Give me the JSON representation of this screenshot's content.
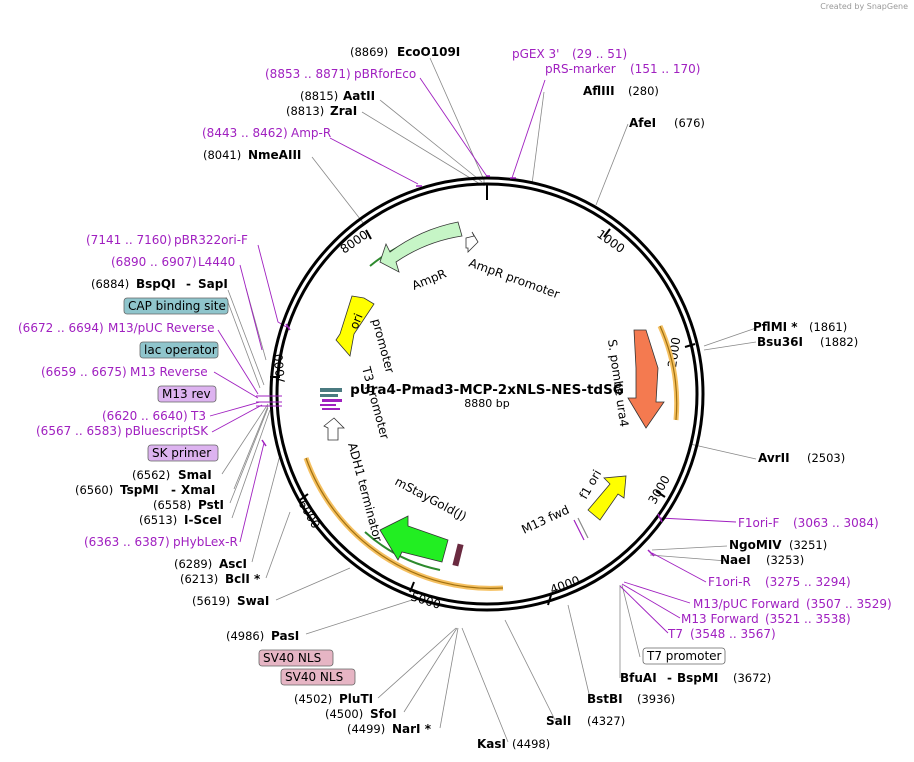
{
  "credit": "Created by SnapGene",
  "plasmid": {
    "name": "pUra4-Pmad3-MCP-2xNLS-NES-tdSG",
    "length": "8880 bp"
  },
  "ticks": [
    "1000",
    "2000",
    "3000",
    "4000",
    "5000",
    "6000",
    "7000",
    "8000"
  ],
  "enzymes": [
    {
      "name": "EcoO109I",
      "pos": "(8869)"
    },
    {
      "name": "AatII",
      "pos": "(8815)"
    },
    {
      "name": "ZraI",
      "pos": "(8813)"
    },
    {
      "name": "NmeAIII",
      "pos": "(8041)"
    },
    {
      "name": "BspQI",
      "sep": "-",
      "name2": "SapI",
      "pos": "(6884)"
    },
    {
      "name": "SmaI",
      "pos": "(6562)"
    },
    {
      "name": "TspMI",
      "sep": "-",
      "name2": "XmaI",
      "pos": "(6560)"
    },
    {
      "name": "PstI",
      "pos": "(6558)"
    },
    {
      "name": "I-SceI",
      "pos": "(6513)"
    },
    {
      "name": "AscI",
      "pos": "(6289)"
    },
    {
      "name": "BclI *",
      "pos": "(6213)"
    },
    {
      "name": "SwaI",
      "pos": "(5619)"
    },
    {
      "name": "PasI",
      "pos": "(4986)"
    },
    {
      "name": "PluTI",
      "pos": "(4502)"
    },
    {
      "name": "SfoI",
      "pos": "(4500)"
    },
    {
      "name": "NarI *",
      "pos": "(4499)"
    },
    {
      "name": "KasI",
      "pos": "(4498)"
    },
    {
      "name": "SalI",
      "pos": "(4327)"
    },
    {
      "name": "BstBI",
      "pos": "(3936)"
    },
    {
      "name": "BfuAI",
      "sep": "-",
      "name2": "BspMI",
      "pos": "(3672)"
    },
    {
      "name": "NaeI",
      "pos": "(3253)"
    },
    {
      "name": "NgoMIV",
      "pos": "(3251)"
    },
    {
      "name": "AvrII",
      "pos": "(2503)"
    },
    {
      "name": "Bsu36I",
      "pos": "(1882)"
    },
    {
      "name": "PflMI *",
      "pos": "(1861)"
    },
    {
      "name": "AfeI",
      "pos": "(676)"
    },
    {
      "name": "AflIII",
      "pos": "(280)"
    }
  ],
  "primers": [
    {
      "name": "pGEX 3'",
      "range": "(29 .. 51)"
    },
    {
      "name": "pRS-marker",
      "range": "(151 .. 170)"
    },
    {
      "name": "pBRforEco",
      "range": "(8853 .. 8871)"
    },
    {
      "name": "Amp-R",
      "range": "(8443 .. 8462)"
    },
    {
      "name": "pBR322ori-F",
      "range": "(7141 .. 7160)"
    },
    {
      "name": "L4440",
      "range": "(6890 .. 6907)"
    },
    {
      "name": "M13/pUC Reverse",
      "range": "(6672 .. 6694)"
    },
    {
      "name": "M13 Reverse",
      "range": "(6659 .. 6675)"
    },
    {
      "name": "T3",
      "range": "(6620 .. 6640)"
    },
    {
      "name": "pBluescriptSK",
      "range": "(6567 .. 6583)"
    },
    {
      "name": "pHybLex-R",
      "range": "(6363 .. 6387)"
    },
    {
      "name": "F1ori-F",
      "range": "(3063 .. 3084)"
    },
    {
      "name": "F1ori-R",
      "range": "(3275 .. 3294)"
    },
    {
      "name": "M13/pUC Forward",
      "range": "(3507 .. 3529)"
    },
    {
      "name": "M13 Forward",
      "range": "(3521 .. 3538)"
    },
    {
      "name": "T7",
      "range": "(3548 .. 3567)"
    }
  ],
  "boxed": [
    {
      "name": "CAP binding site",
      "color": "#8fc5cc"
    },
    {
      "name": "lac operator",
      "color": "#8fc5cc"
    },
    {
      "name": "M13 rev",
      "color": "#ddb3f0"
    },
    {
      "name": "SK primer",
      "color": "#ddb3f0"
    },
    {
      "name": "SV40 NLS",
      "color": "#e6b5c4"
    },
    {
      "name": "SV40 NLS",
      "color": "#e6b5c4"
    },
    {
      "name": "T7 promoter",
      "color": "#ffffff"
    }
  ],
  "features": [
    {
      "name": "AmpR",
      "color": "#c6f5c6"
    },
    {
      "name": "AmpR promoter",
      "color": "#ffffff"
    },
    {
      "name": "ori",
      "color": "#ffff00"
    },
    {
      "name": "S. pombe ura4",
      "color": "#f47a50"
    },
    {
      "name": "f1 ori",
      "color": "#ffff00"
    },
    {
      "name": "M13 fwd"
    },
    {
      "name": "mStayGold(J)",
      "color": "#22ee22"
    },
    {
      "name": "ADH1 terminator"
    },
    {
      "name": "T3 promoter"
    }
  ]
}
